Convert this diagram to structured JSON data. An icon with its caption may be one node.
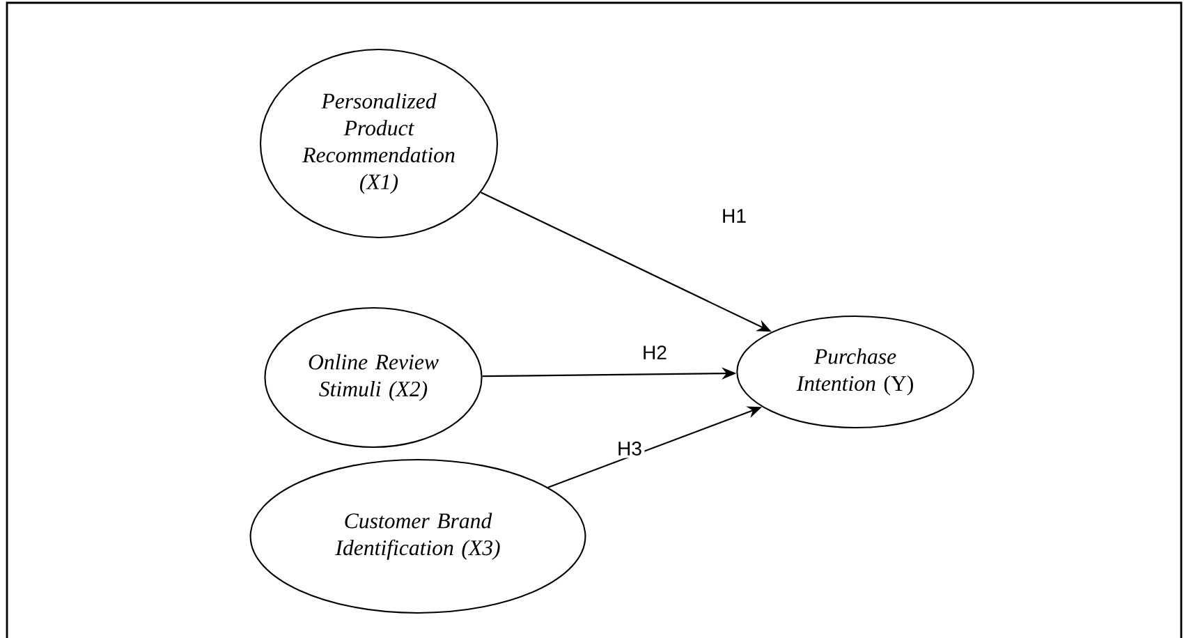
{
  "diagram": {
    "nodes": [
      {
        "text": [
          "Personalized Product Recommendation (X1)"
        ]
      },
      {
        "text": [
          "Online Review Stimuli (X2)"
        ]
      },
      {
        "text": [
          "Customer Brand Identification (X3)"
        ]
      },
      {
        "text": [
          "*Purchase Intention* (Y)"
        ]
      }
    ],
    "edges": [
      {
        "from": 0,
        "to": 3,
        "arrow": "to",
        "label": "H1"
      },
      {
        "from": 1,
        "to": 3,
        "arrow": "to",
        "label": "H2"
      },
      {
        "from": 2,
        "to": 3,
        "arrow": "to",
        "label": "H3"
      }
    ]
  }
}
